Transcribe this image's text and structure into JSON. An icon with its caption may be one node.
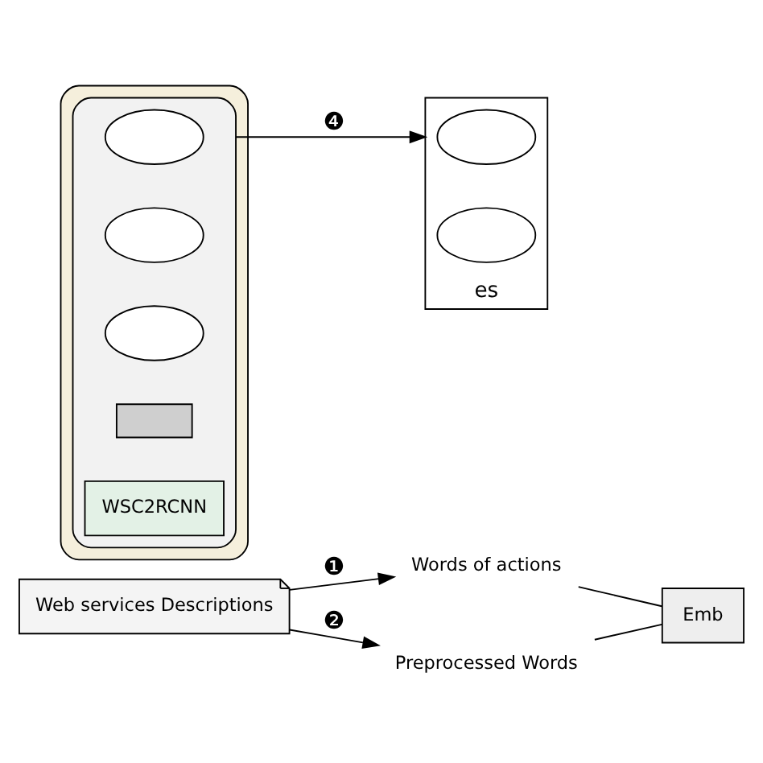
{
  "diagram": {
    "nodes": [
      {
        "text": [
          "Web services Descriptions"
        ]
      },
      {
        "text": [
          "Words of actions"
        ]
      },
      {
        "text": [
          "Preprocessed Words"
        ]
      },
      {
        "text": [
          "Emb"
        ]
      },
      {
        "text": [
          "es"
        ]
      },
      {
        "text": [],
        "shape": "ellipse",
        "in": 4
      },
      {
        "text": [],
        "shape": "ellipse",
        "in": 4
      },
      {
        "text": [],
        "shape": "box"
      },
      {
        "text": [],
        "shape": "box",
        "in": 7
      },
      {
        "text": [],
        "shape": "ellipse",
        "in": 8
      },
      {
        "text": [],
        "shape": "ellipse",
        "in": 8
      },
      {
        "text": [],
        "shape": "ellipse",
        "in": 8
      },
      {
        "text": [],
        "shape": "box",
        "in": 8
      },
      {
        "text": [
          "WSC2RCNN"
        ],
        "in": 8
      }
    ],
    "edges": [
      {
        "from": 0,
        "to": 1,
        "arrow": "to",
        "label": "❶"
      },
      {
        "from": 0,
        "to": 2,
        "arrow": "to",
        "label": "❷"
      },
      {
        "from": 1,
        "to": 3,
        "arrow": "none"
      },
      {
        "from": 2,
        "to": 3,
        "arrow": "none"
      },
      {
        "from": 8,
        "to": 4,
        "arrow": "to",
        "label": "❹"
      }
    ]
  }
}
